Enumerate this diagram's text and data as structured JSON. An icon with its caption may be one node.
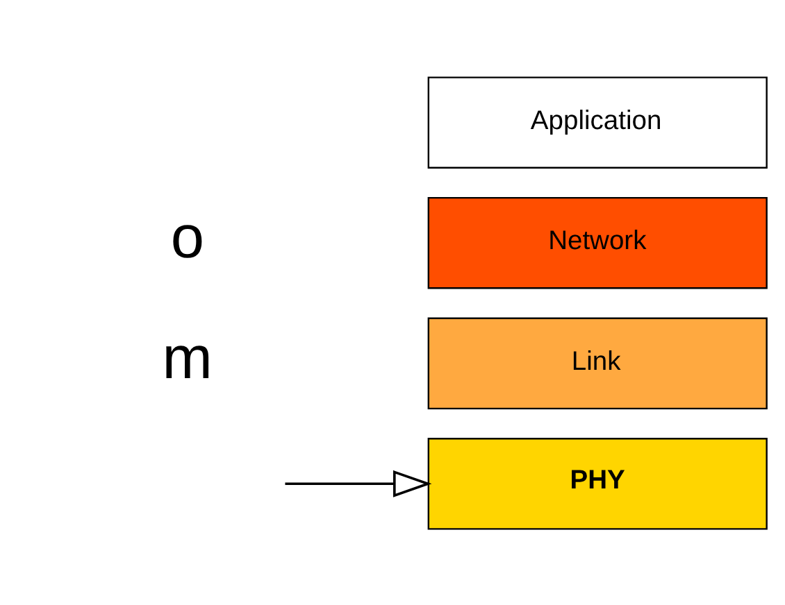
{
  "diagram": {
    "nodes": [
      {
        "text": [
          "Application"
        ]
      },
      {
        "text": [
          "Network"
        ]
      },
      {
        "text": [
          "Link"
        ]
      },
      {
        "text": [
          "PHY"
        ]
      }
    ],
    "edges": [
      {
        "from": null,
        "to": 3,
        "arrow": "to"
      }
    ],
    "labels": [
      "o",
      "m"
    ]
  }
}
